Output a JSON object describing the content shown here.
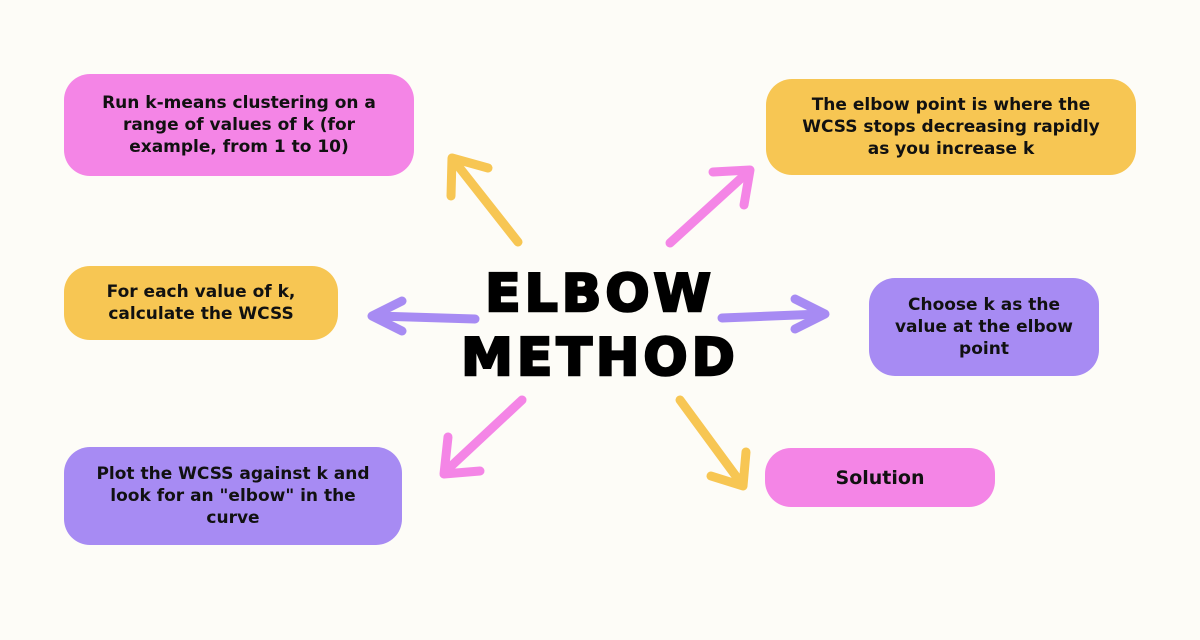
{
  "diagram": {
    "title_line1": "ELBOW",
    "title_line2": "METHOD",
    "boxes": {
      "run_kmeans": "Run k-means clustering on a range of values of k (for example, from 1 to 10)",
      "elbow_point": "The elbow point is where the WCSS stops decreasing rapidly as you increase k",
      "for_each": "For each value of k, calculate the WCSS",
      "choose_k": "Choose k as the value at the elbow point",
      "plot_wcss": "Plot the WCSS against k and look for an \"elbow\" in the curve",
      "solution": "Solution"
    },
    "colors": {
      "background": "#fdfcf7",
      "pink": "#f485e6",
      "yellow": "#f7c653",
      "purple": "#a78bf3",
      "text": "#111111"
    }
  }
}
